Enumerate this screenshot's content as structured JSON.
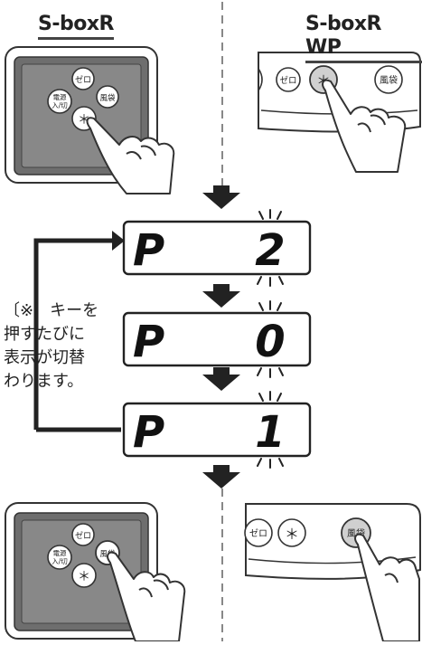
{
  "left_title": "S-boxR",
  "right_title": "S-boxR WP",
  "buttons": {
    "zero": "ゼロ",
    "star": "＊",
    "wind": "風袋",
    "power_line1": "電源",
    "power_line2": "入/切"
  },
  "displays": [
    {
      "left": "P",
      "right": "2"
    },
    {
      "left": "P",
      "right": "0"
    },
    {
      "left": "P",
      "right": "1"
    }
  ],
  "note_lines": [
    "〔※〕キーを",
    "押すたびに",
    "表示が切替",
    "わります。"
  ],
  "colors": {
    "line": "#333333",
    "dash": "#888888",
    "button_highlight": "#d0d0d0"
  }
}
